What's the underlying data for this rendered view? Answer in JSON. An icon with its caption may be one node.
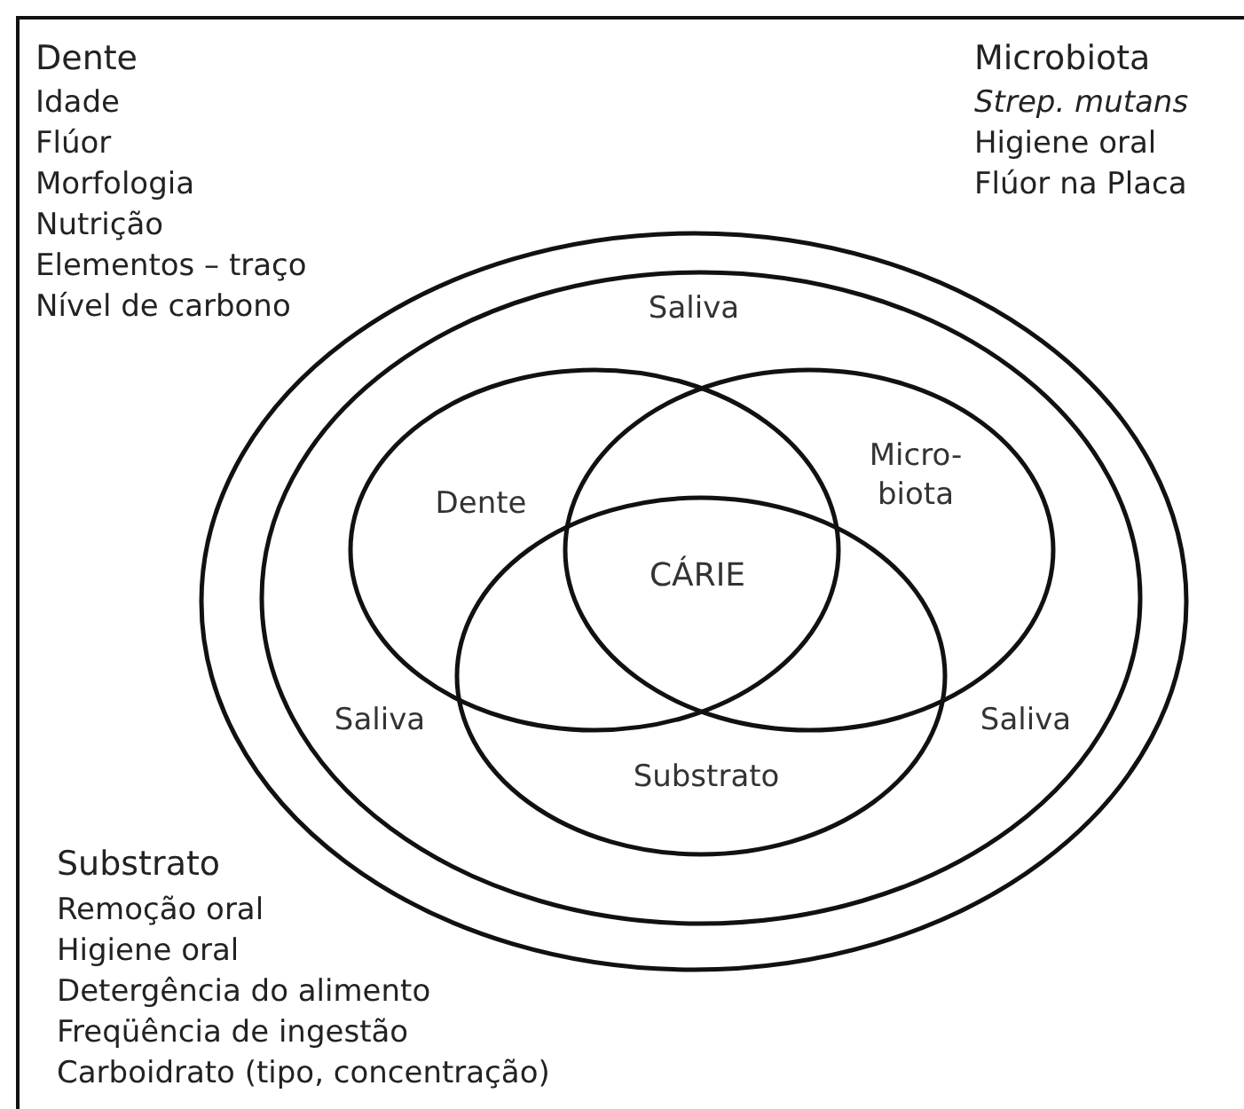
{
  "diagram": {
    "nodes": [
      {
        "text": [],
        "shape": "circle"
      },
      {
        "text": [
          "Saliva",
          "Saliva",
          "Saliva"
        ],
        "in": 0
      },
      {
        "text": [
          "Dente"
        ],
        "in": 1
      },
      {
        "text": [
          "Micro- biota"
        ],
        "in": 1
      },
      {
        "text": [
          "Substrato"
        ],
        "in": 1
      }
    ],
    "edges": [],
    "labels": [
      "Dente",
      "Idade",
      "Flúor",
      "Morfologia",
      "Nutrição",
      "Elementos – traço",
      "Nível de carbono",
      "Microbiota",
      "Strep. mutans",
      "Higiene oral",
      "Flúor na Placa",
      "CÁRIE",
      "Substrato",
      "Remoção oral",
      "Higiene oral",
      "Detergência do alimento",
      "Freqüência de ingestão",
      "Carboidrato (tipo, concentração)"
    ]
  }
}
